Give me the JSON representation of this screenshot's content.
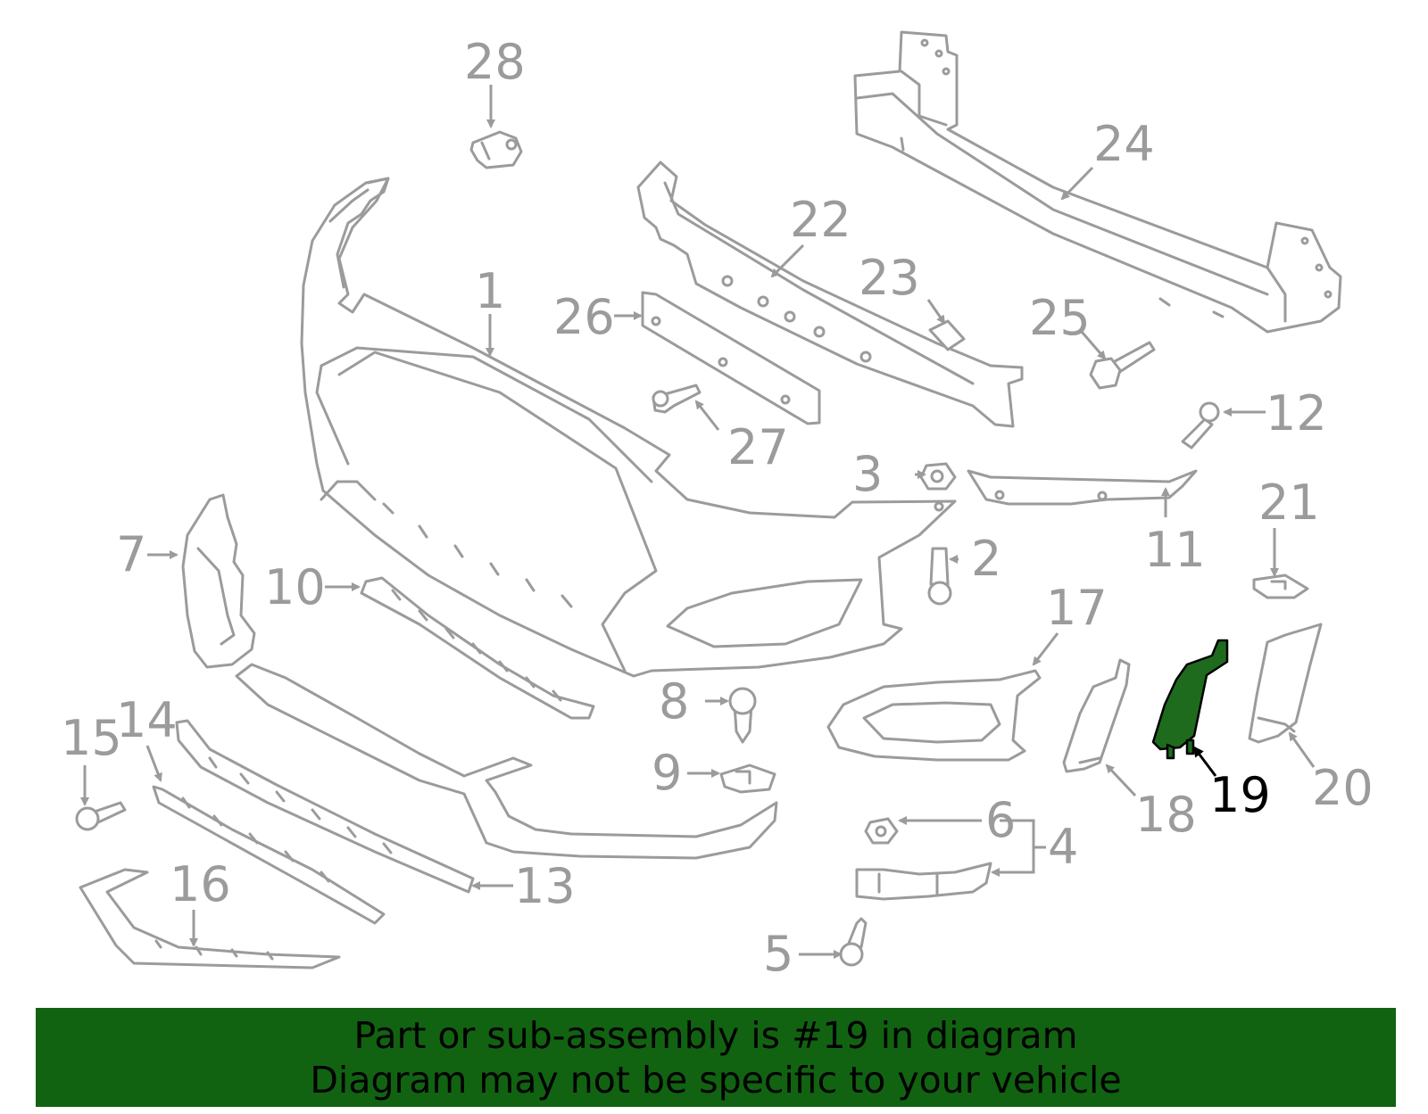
{
  "diagram": {
    "highlight_color": "#1e6b1e",
    "callouts": {
      "c1": "1",
      "c2": "2",
      "c3": "3",
      "c4": "4",
      "c5": "5",
      "c6": "6",
      "c7": "7",
      "c8": "8",
      "c9": "9",
      "c10": "10",
      "c11": "11",
      "c12": "12",
      "c13": "13",
      "c14": "14",
      "c15": "15",
      "c16": "16",
      "c17": "17",
      "c18": "18",
      "c19": "19",
      "c20": "20",
      "c21": "21",
      "c22": "22",
      "c23": "23",
      "c24": "24",
      "c25": "25",
      "c26": "26",
      "c27": "27",
      "c28": "28"
    }
  },
  "banner": {
    "background_color": "#116311",
    "line1": "Part or sub-assembly is #19 in diagram",
    "line2": "Diagram may not be specific to your vehicle"
  }
}
